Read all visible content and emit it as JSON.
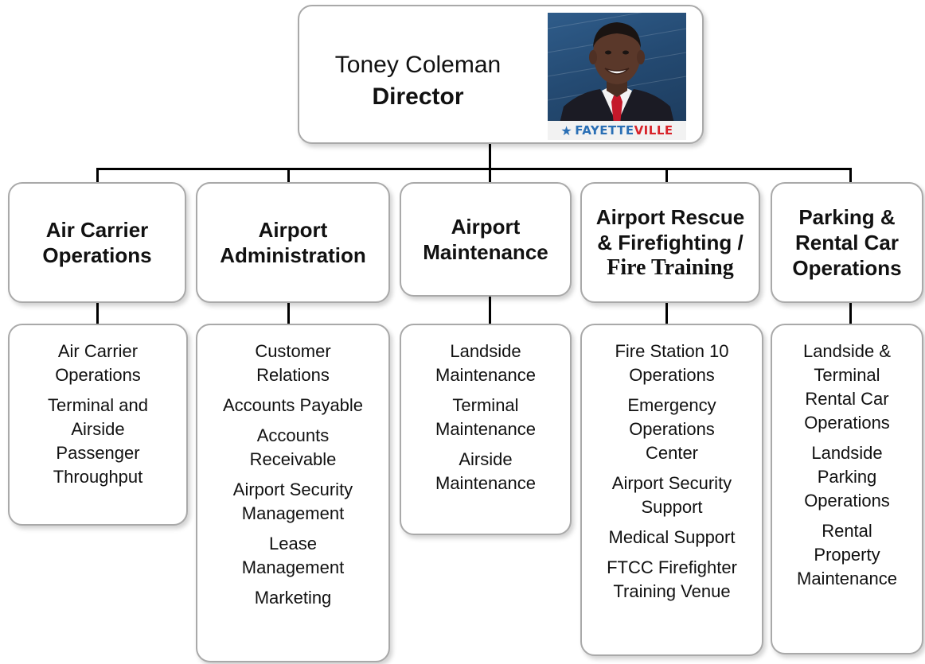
{
  "director": {
    "name": "Toney Coleman",
    "title": "Director",
    "photo_logo_prefix": "FAYETTE",
    "photo_logo_suffix": "VILLE"
  },
  "departments": [
    {
      "title_lines": [
        "Air Carrier",
        "Operations"
      ],
      "items": [
        [
          "Air Carrier",
          "Operations"
        ],
        [
          "Terminal and",
          "Airside",
          "Passenger",
          "Throughput"
        ]
      ]
    },
    {
      "title_lines": [
        "Airport",
        "Administration"
      ],
      "items": [
        [
          "Customer",
          "Relations"
        ],
        [
          "Accounts Payable"
        ],
        [
          "Accounts",
          "Receivable"
        ],
        [
          "Airport Security",
          "Management"
        ],
        [
          "Lease",
          "Management"
        ],
        [
          "Marketing"
        ]
      ]
    },
    {
      "title_lines": [
        "Airport",
        "Maintenance"
      ],
      "items": [
        [
          "Landside",
          "Maintenance"
        ],
        [
          "Terminal",
          "Maintenance"
        ],
        [
          "Airside",
          "Maintenance"
        ]
      ]
    },
    {
      "title_lines": [
        "Airport Rescue",
        "& Firefighting /",
        "Fire Training"
      ],
      "items": [
        [
          "Fire Station 10",
          "Operations"
        ],
        [
          "Emergency",
          "Operations",
          "Center"
        ],
        [
          "Airport Security",
          "Support"
        ],
        [
          "Medical Support"
        ],
        [
          "FTCC Firefighter",
          "Training Venue"
        ]
      ]
    },
    {
      "title_lines": [
        "Parking &",
        "Rental Car",
        "Operations"
      ],
      "items": [
        [
          "Landside &",
          "Terminal",
          "Rental Car",
          "Operations"
        ],
        [
          "Landside",
          "Parking",
          "Operations"
        ],
        [
          "Rental",
          "Property",
          "Maintenance"
        ]
      ]
    }
  ]
}
